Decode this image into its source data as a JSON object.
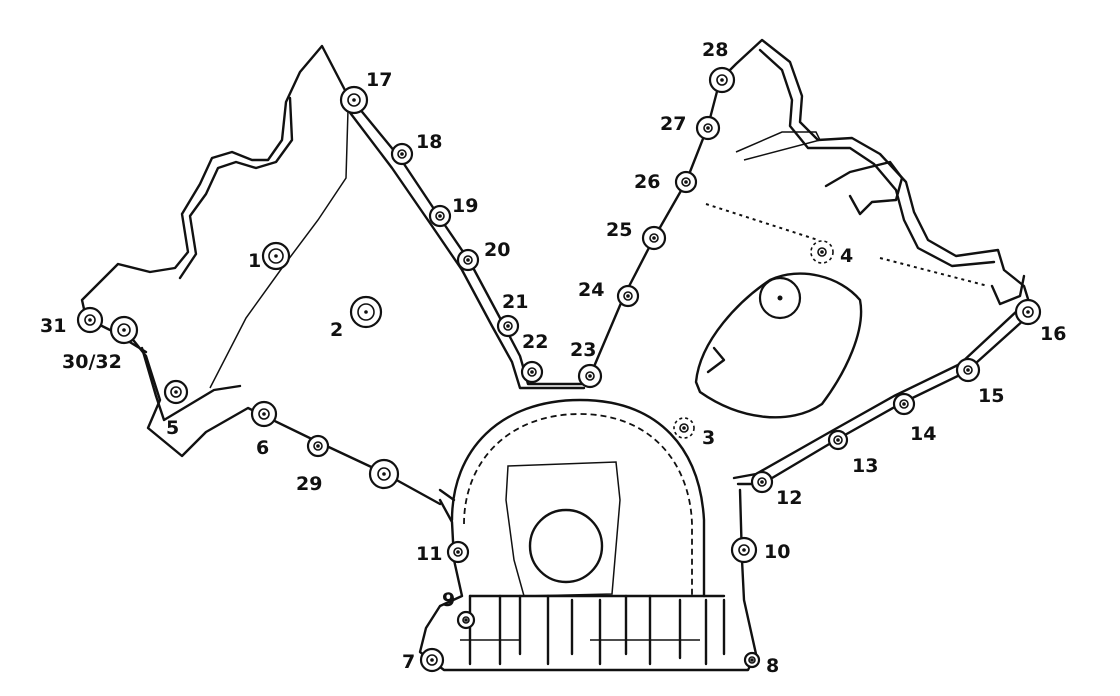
{
  "diagram": {
    "line_color": "#111111",
    "background": "#ffffff",
    "callouts": [
      "1",
      "2",
      "3",
      "4",
      "5",
      "6",
      "7",
      "8",
      "9",
      "10",
      "11",
      "12",
      "13",
      "14",
      "15",
      "16",
      "17",
      "18",
      "19",
      "20",
      "21",
      "22",
      "23",
      "24",
      "25",
      "26",
      "27",
      "28",
      "29",
      "30/32",
      "31"
    ]
  }
}
